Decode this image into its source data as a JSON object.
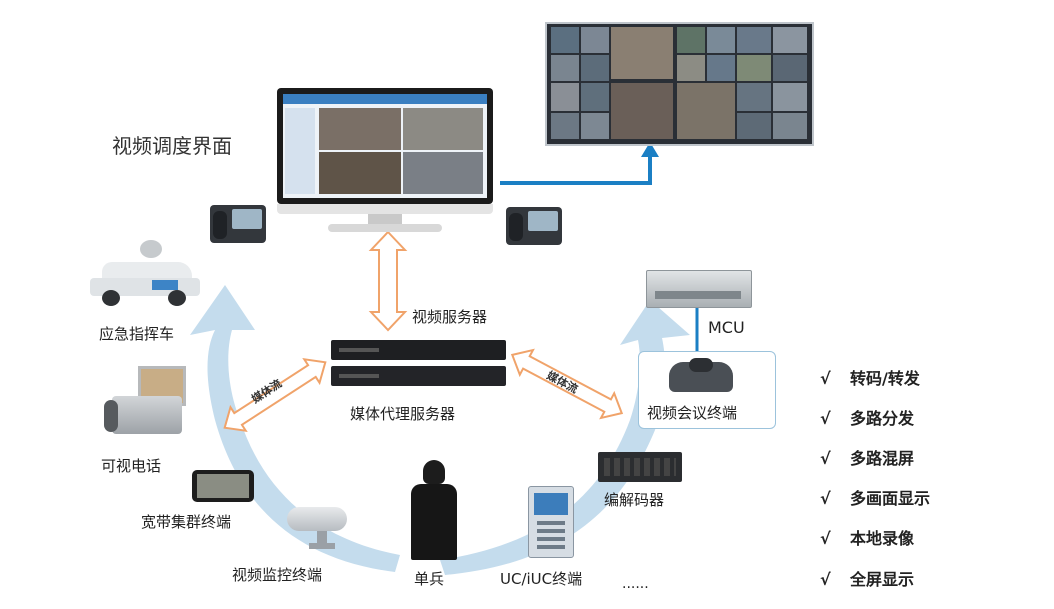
{
  "title_label": "视频调度界面",
  "nodes": {
    "video_server": "视频服务器",
    "media_proxy": "媒体代理服务器",
    "mcu": "MCU",
    "video_conf_terminal": "视频会议终端",
    "codec": "编解码器",
    "uc_terminal": "UC/iUC终端",
    "soldier": "单兵",
    "cctv_terminal": "视频监控终端",
    "broadband_trunk": "宽带集群终端",
    "video_phone": "可视电话",
    "command_vehicle": "应急指挥车",
    "ellipsis": "......"
  },
  "arrows": {
    "left_stream": "媒体流",
    "right_stream": "媒体流"
  },
  "features": {
    "check_mark": "√",
    "items": [
      "转码/转发",
      "多路分发",
      "多路混屏",
      "多画面显示",
      "本地录像",
      "全屏显示"
    ]
  },
  "colors": {
    "arc": "#c4dced",
    "blue_arrow": "#1b7fc4",
    "orange_arrow": "#f0a36a"
  }
}
